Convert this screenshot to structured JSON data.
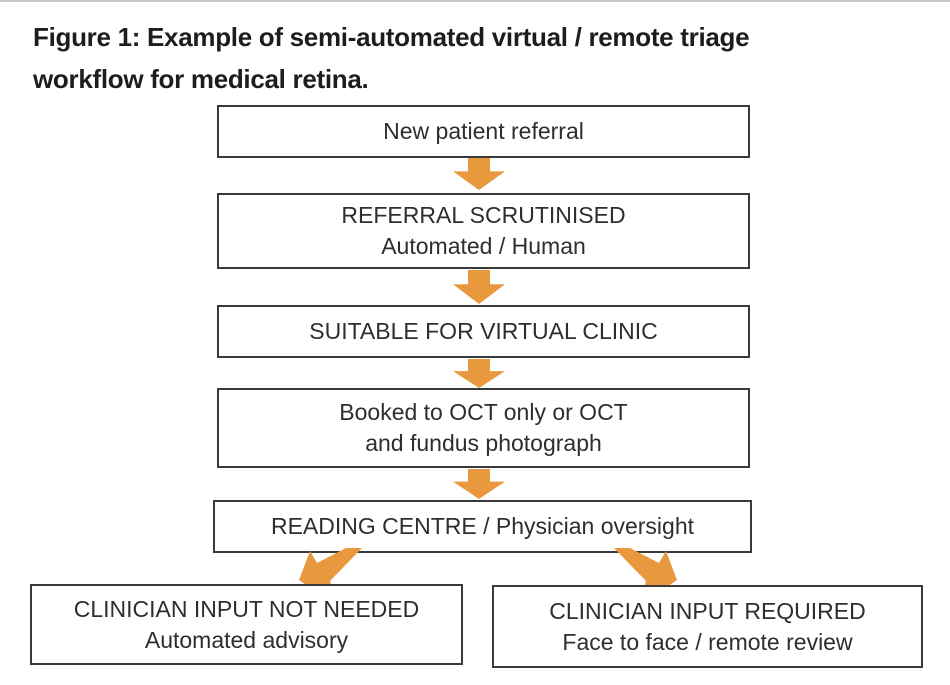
{
  "title": {
    "line1": "Figure 1: Example of semi-automated virtual / remote triage",
    "line2": "workflow for medical retina."
  },
  "colors": {
    "arrow": "#E8993E",
    "border": "#3A3A3A",
    "text": "#2E2E2E",
    "title": "#1D1D1D",
    "topline": "#C9C9C9",
    "bg": "#FFFFFF"
  },
  "flowchart": {
    "boxes": [
      {
        "id": "new-patient-referral",
        "lines": [
          "New patient referral"
        ]
      },
      {
        "id": "referral-scrutinised",
        "lines": [
          "REFERRAL SCRUTINISED",
          "Automated / Human"
        ]
      },
      {
        "id": "suitable-virtual-clinic",
        "lines": [
          "SUITABLE FOR VIRTUAL CLINIC"
        ]
      },
      {
        "id": "booked-oct",
        "lines": [
          "Booked to OCT only or OCT",
          "and fundus photograph"
        ]
      },
      {
        "id": "reading-centre",
        "lines": [
          "READING CENTRE / Physician oversight"
        ]
      },
      {
        "id": "clinician-input-not-needed",
        "lines": [
          "CLINICIAN INPUT NOT NEEDED",
          "Automated advisory"
        ]
      },
      {
        "id": "clinician-input-required",
        "lines": [
          "CLINICIAN INPUT REQUIRED",
          "Face to face / remote review"
        ]
      }
    ],
    "arrow_icons": {
      "down": "down-arrow",
      "branch_left": "branch-arrow-down-left",
      "branch_right": "branch-arrow-down-right"
    }
  }
}
